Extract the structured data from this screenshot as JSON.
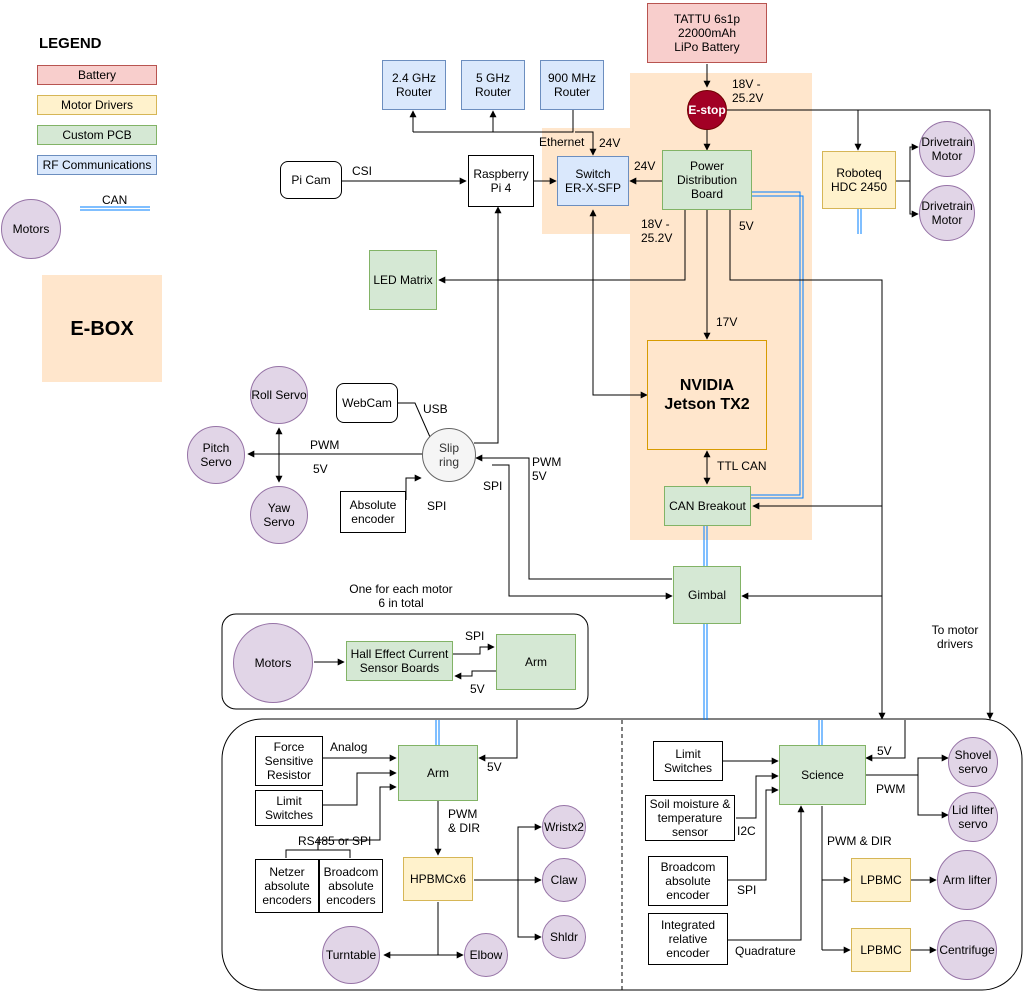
{
  "legend": {
    "title": "LEGEND",
    "battery": "Battery",
    "motor_drivers": "Motor Drivers",
    "custom_pcb": "Custom PCB",
    "rf_comms": "RF Communications",
    "can": "CAN",
    "motors": "Motors",
    "ebox": "E-BOX"
  },
  "nodes": {
    "battery": "TATTU 6s1p\n22000mAh\nLiPo Battery",
    "router24": "2.4 GHz\nRouter",
    "router5": "5 GHz\nRouter",
    "router900": "900 MHz\nRouter",
    "estop": "E-stop",
    "pi_cam": "Pi Cam",
    "rpi": "Raspberry\nPi 4",
    "switch": "Switch\nER-X-SFP",
    "pdb": "Power\nDistribution\nBoard",
    "roboteq": "Roboteq\nHDC 2450",
    "drivetrain1": "Drivetrain\nMotor",
    "drivetrain2": "Drivetrain\nMotor",
    "led_matrix": "LED Matrix",
    "jetson": "NVIDIA\nJetson TX2",
    "roll_servo": "Roll Servo",
    "pitch_servo": "Pitch\nServo",
    "yaw_servo": "Yaw\nServo",
    "webcam": "WebCam",
    "slip_ring": "Slip\nring",
    "abs_encoder": "Absolute\nencoder",
    "can_breakout": "CAN Breakout",
    "gimbal": "Gimbal",
    "motors_sub": "Motors",
    "hall_boards": "Hall Effect Current\nSensor Boards",
    "arm_sub": "Arm",
    "fsr": "Force\nSensitive\nResistor",
    "limit_arm": "Limit\nSwitches",
    "arm": "Arm",
    "netzer": "Netzer\nabsolute\nencoders",
    "broadcom_arm": "Broadcom\nabsolute\nencoders",
    "hpbmc": "HPBMCx6",
    "wrist": "Wristx2",
    "claw": "Claw",
    "shldr": "Shldr",
    "turntable": "Turntable",
    "elbow": "Elbow",
    "limit_sci": "Limit\nSwitches",
    "soil": "Soil moisture &\ntemperature\nsensor",
    "broadcom_sci": "Broadcom\nabsolute\nencoder",
    "integrated": "Integrated\nrelative\nencoder",
    "science": "Science",
    "shovel": "Shovel\nservo",
    "lid": "Lid lifter\nservo",
    "lpbmc1": "LPBMC",
    "lpbmc2": "LPBMC",
    "arm_lifter": "Arm lifter",
    "centrifuge": "Centrifuge"
  },
  "labels": {
    "v_18_25_top": "18V -\n25.2V",
    "ethernet": "Ethernet",
    "v24_a": "24V",
    "v24_b": "24V",
    "csi": "CSI",
    "v_18_25_mid": "18V -\n25.2V",
    "v5_pdb": "5V",
    "v17": "17V",
    "usb": "USB",
    "pwm_servo": "PWM",
    "v5_servo": "5V",
    "pwm_slip": "PWM\n5V",
    "spi_slip": "SPI",
    "spi_enc": "SPI",
    "ttl_can": "TTL CAN",
    "one_each": "One for each motor\n6 in total",
    "spi_hall": "SPI",
    "v5_hall": "5V",
    "to_motor_drivers": "To motor\ndrivers",
    "analog": "Analog",
    "v5_arm": "5V",
    "rs485": "RS485 or SPI",
    "pwm_dir_arm": "PWM\n& DIR",
    "v5_sci": "5V",
    "pwm_sci": "PWM",
    "i2c": "I2C",
    "spi_sci": "SPI",
    "pwm_dir_sci": "PWM & DIR",
    "quadrature": "Quadrature"
  },
  "colors": {
    "battery_fill": "#f8cecc",
    "motor_driver_fill": "#fff2cc",
    "custom_pcb_fill": "#d5e8d4",
    "rf_fill": "#dae8fc",
    "motor_fill": "#e1d5e7",
    "ebox_fill": "#ffe6cc",
    "estop_fill": "#a20025",
    "can_line": "#007fff"
  }
}
